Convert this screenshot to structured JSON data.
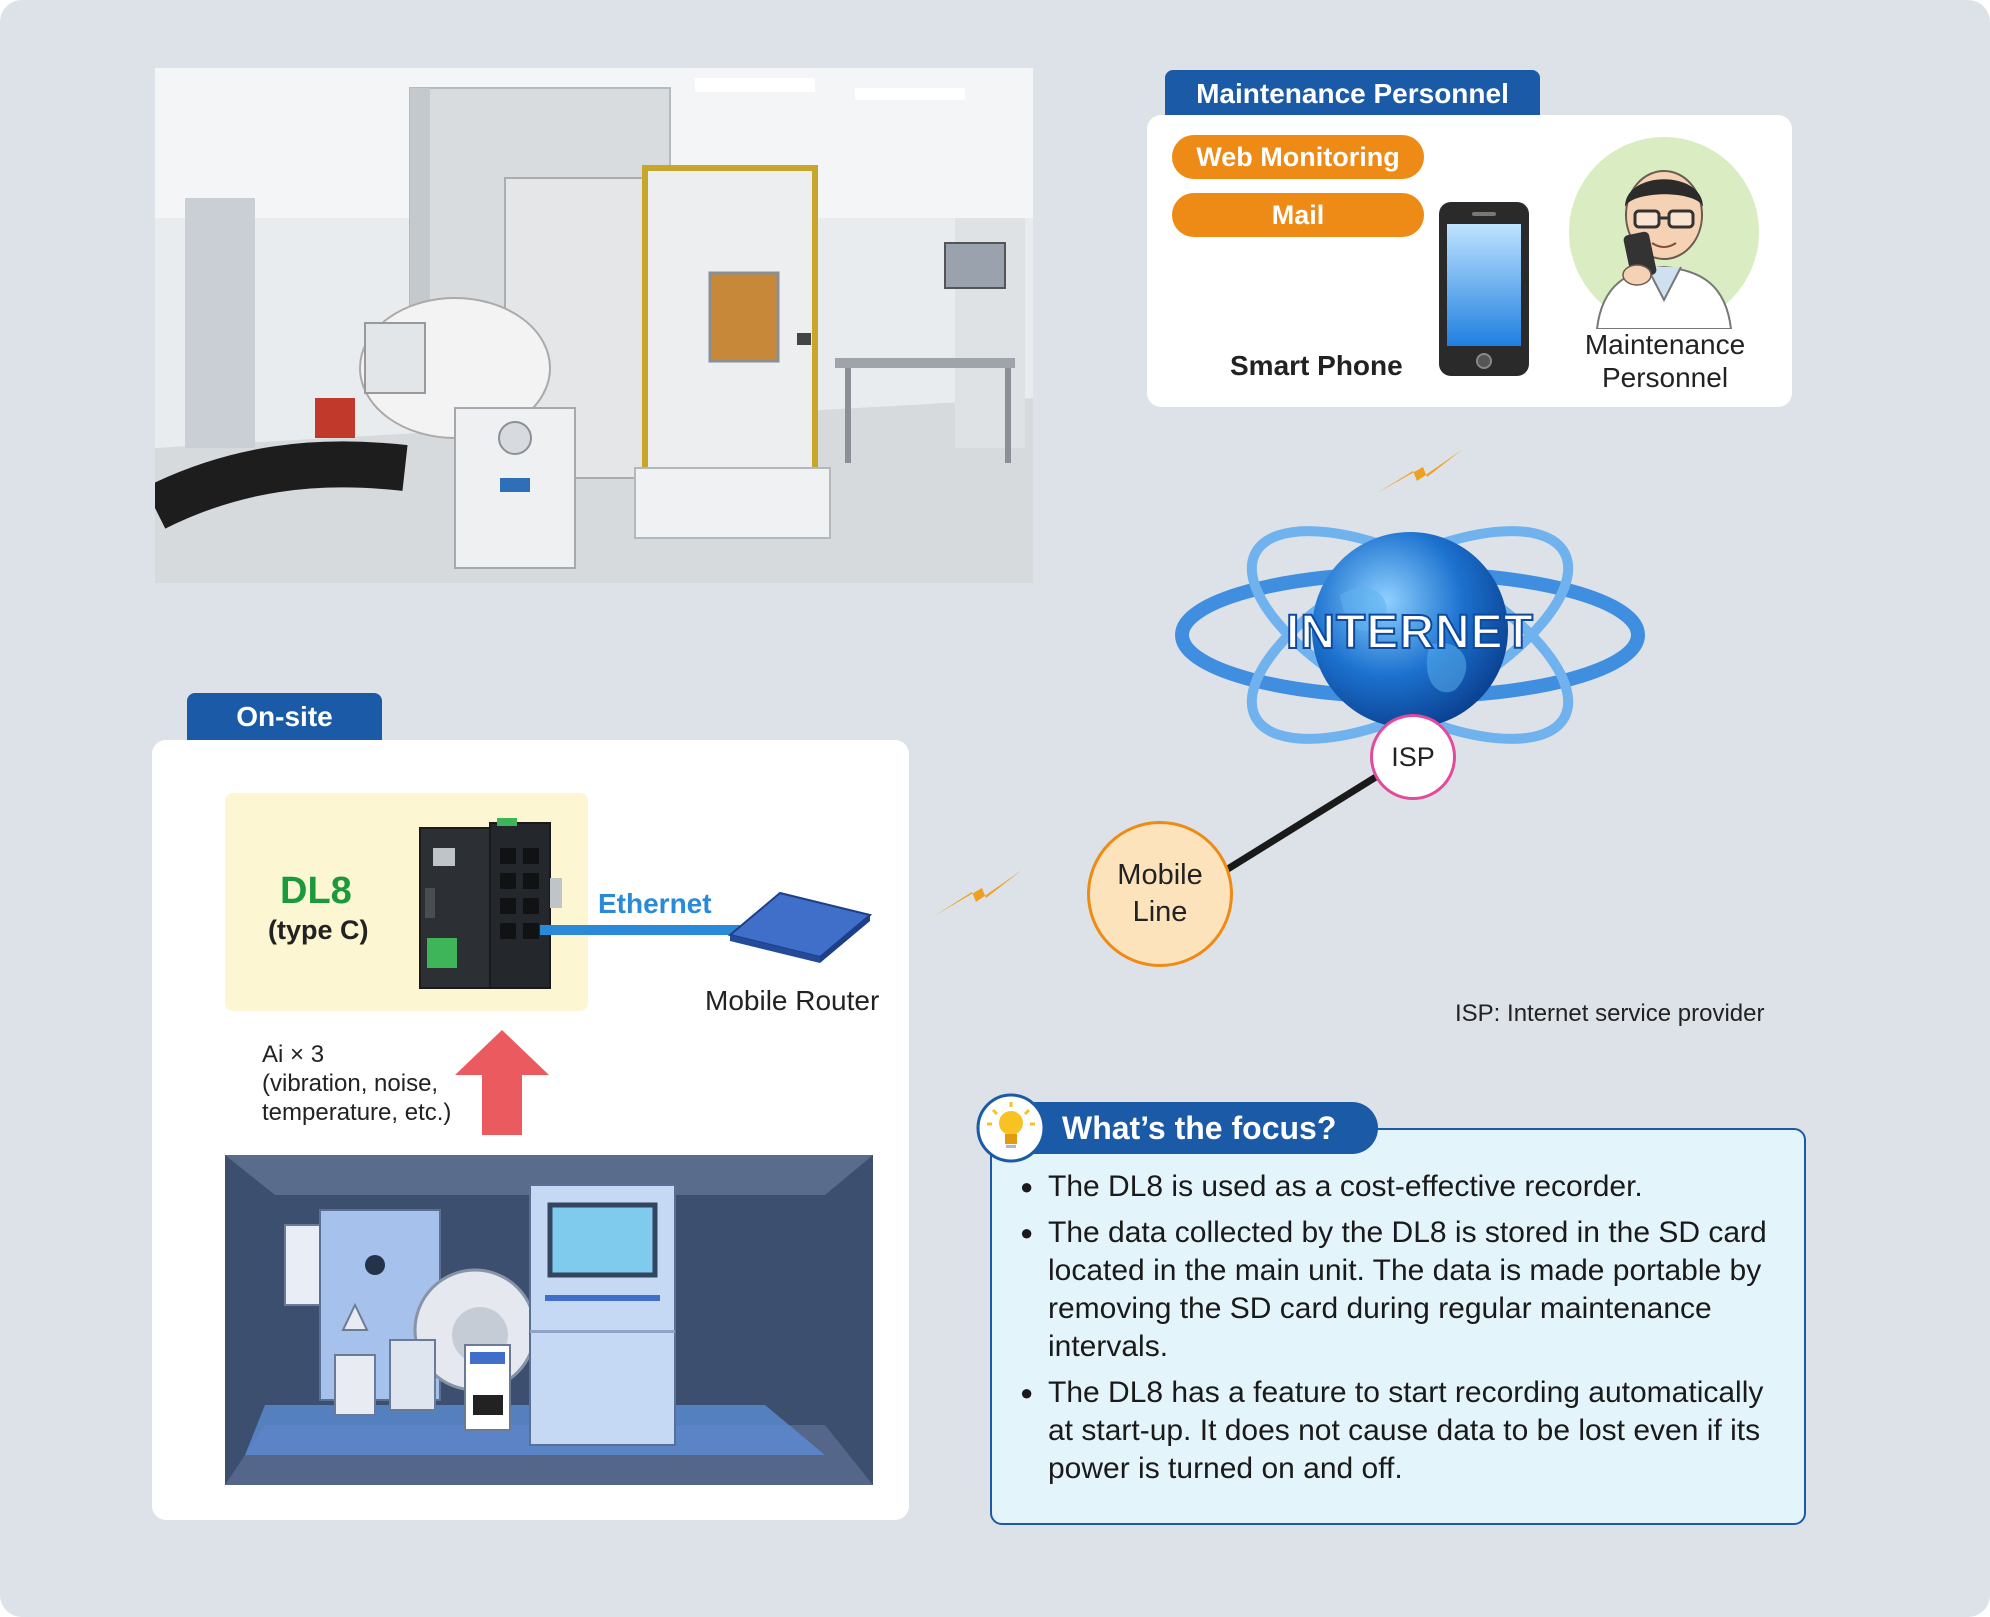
{
  "maintenance_panel": {
    "tab_label": "Maintenance Personnel",
    "web_monitoring": "Web Monitoring",
    "mail": "Mail",
    "smartphone_label": "Smart Phone",
    "person_label_line1": "Maintenance",
    "person_label_line2": "Personnel"
  },
  "network": {
    "internet_label": "INTERNET",
    "isp_label": "ISP",
    "mobile_line_line1": "Mobile",
    "mobile_line_line2": "Line",
    "isp_note": "ISP: Internet service provider"
  },
  "onsite_panel": {
    "tab_label": "On-site",
    "device_name": "DL8",
    "device_type": "(type C)",
    "ethernet_label": "Ethernet",
    "router_label": "Mobile Router",
    "inputs_line1": "Ai × 3",
    "inputs_line2": "(vibration, noise,",
    "inputs_line3": "temperature, etc.)"
  },
  "focus": {
    "title": "What’s the focus?",
    "bullets": [
      "The DL8 is used as a cost-effective recorder.",
      "The data collected by the DL8 is stored in the SD card located in the main unit.  The data is made portable by removing the SD card during regular maintenance intervals.",
      "The DL8 has a feature to start recording automatically at start-up.  It does not cause data to be lost even if its power is turned on and off."
    ]
  },
  "colors": {
    "brand_blue": "#1a5aa6",
    "accent_orange": "#ee8a16",
    "device_green": "#1a9a3a",
    "ethernet_blue": "#2a8ad8",
    "background": "#dde2e8"
  }
}
